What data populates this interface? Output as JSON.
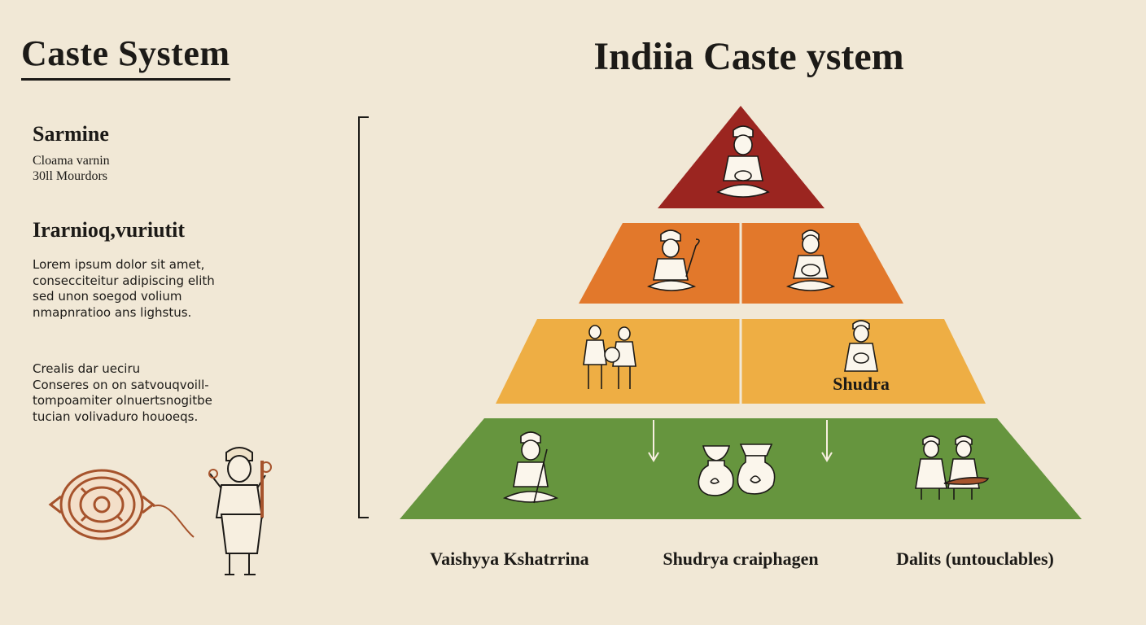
{
  "left_panel": {
    "title": "Caste System",
    "section1": {
      "heading": "Sarmine",
      "lines": [
        "Cloama  varnin",
        "30ll Mourdors"
      ]
    },
    "section2": {
      "heading": "Irarnioq,vuriutit",
      "lines": [
        "Lorem ipsum dolor sit amet,",
        "consecciteitur adipiscing elith",
        "sed unon soegod volium",
        "nmapnratioo ans lighstus."
      ]
    },
    "section3": {
      "lines": [
        "Crealis dar ueciru",
        "Conseres on on satvouqvoill-",
        "tompoamiter olnuertsnogitbe",
        "tucian volivaduro houoeqs."
      ]
    }
  },
  "diagram": {
    "title": "Indiia Caste ystem",
    "tier_label": "Shudra",
    "bottom_labels": [
      "Vaishyya Kshatrrina",
      "Shudrya craiphagen",
      "Dalits (untouclables)"
    ]
  },
  "colors": {
    "background": "#f1e8d6",
    "tier1": "#9b2520",
    "tier2": "#e2782b",
    "tier3": "#eeae44",
    "tier4": "#66953e",
    "ink": "#1c1a17",
    "illustration": "#a6532c"
  }
}
